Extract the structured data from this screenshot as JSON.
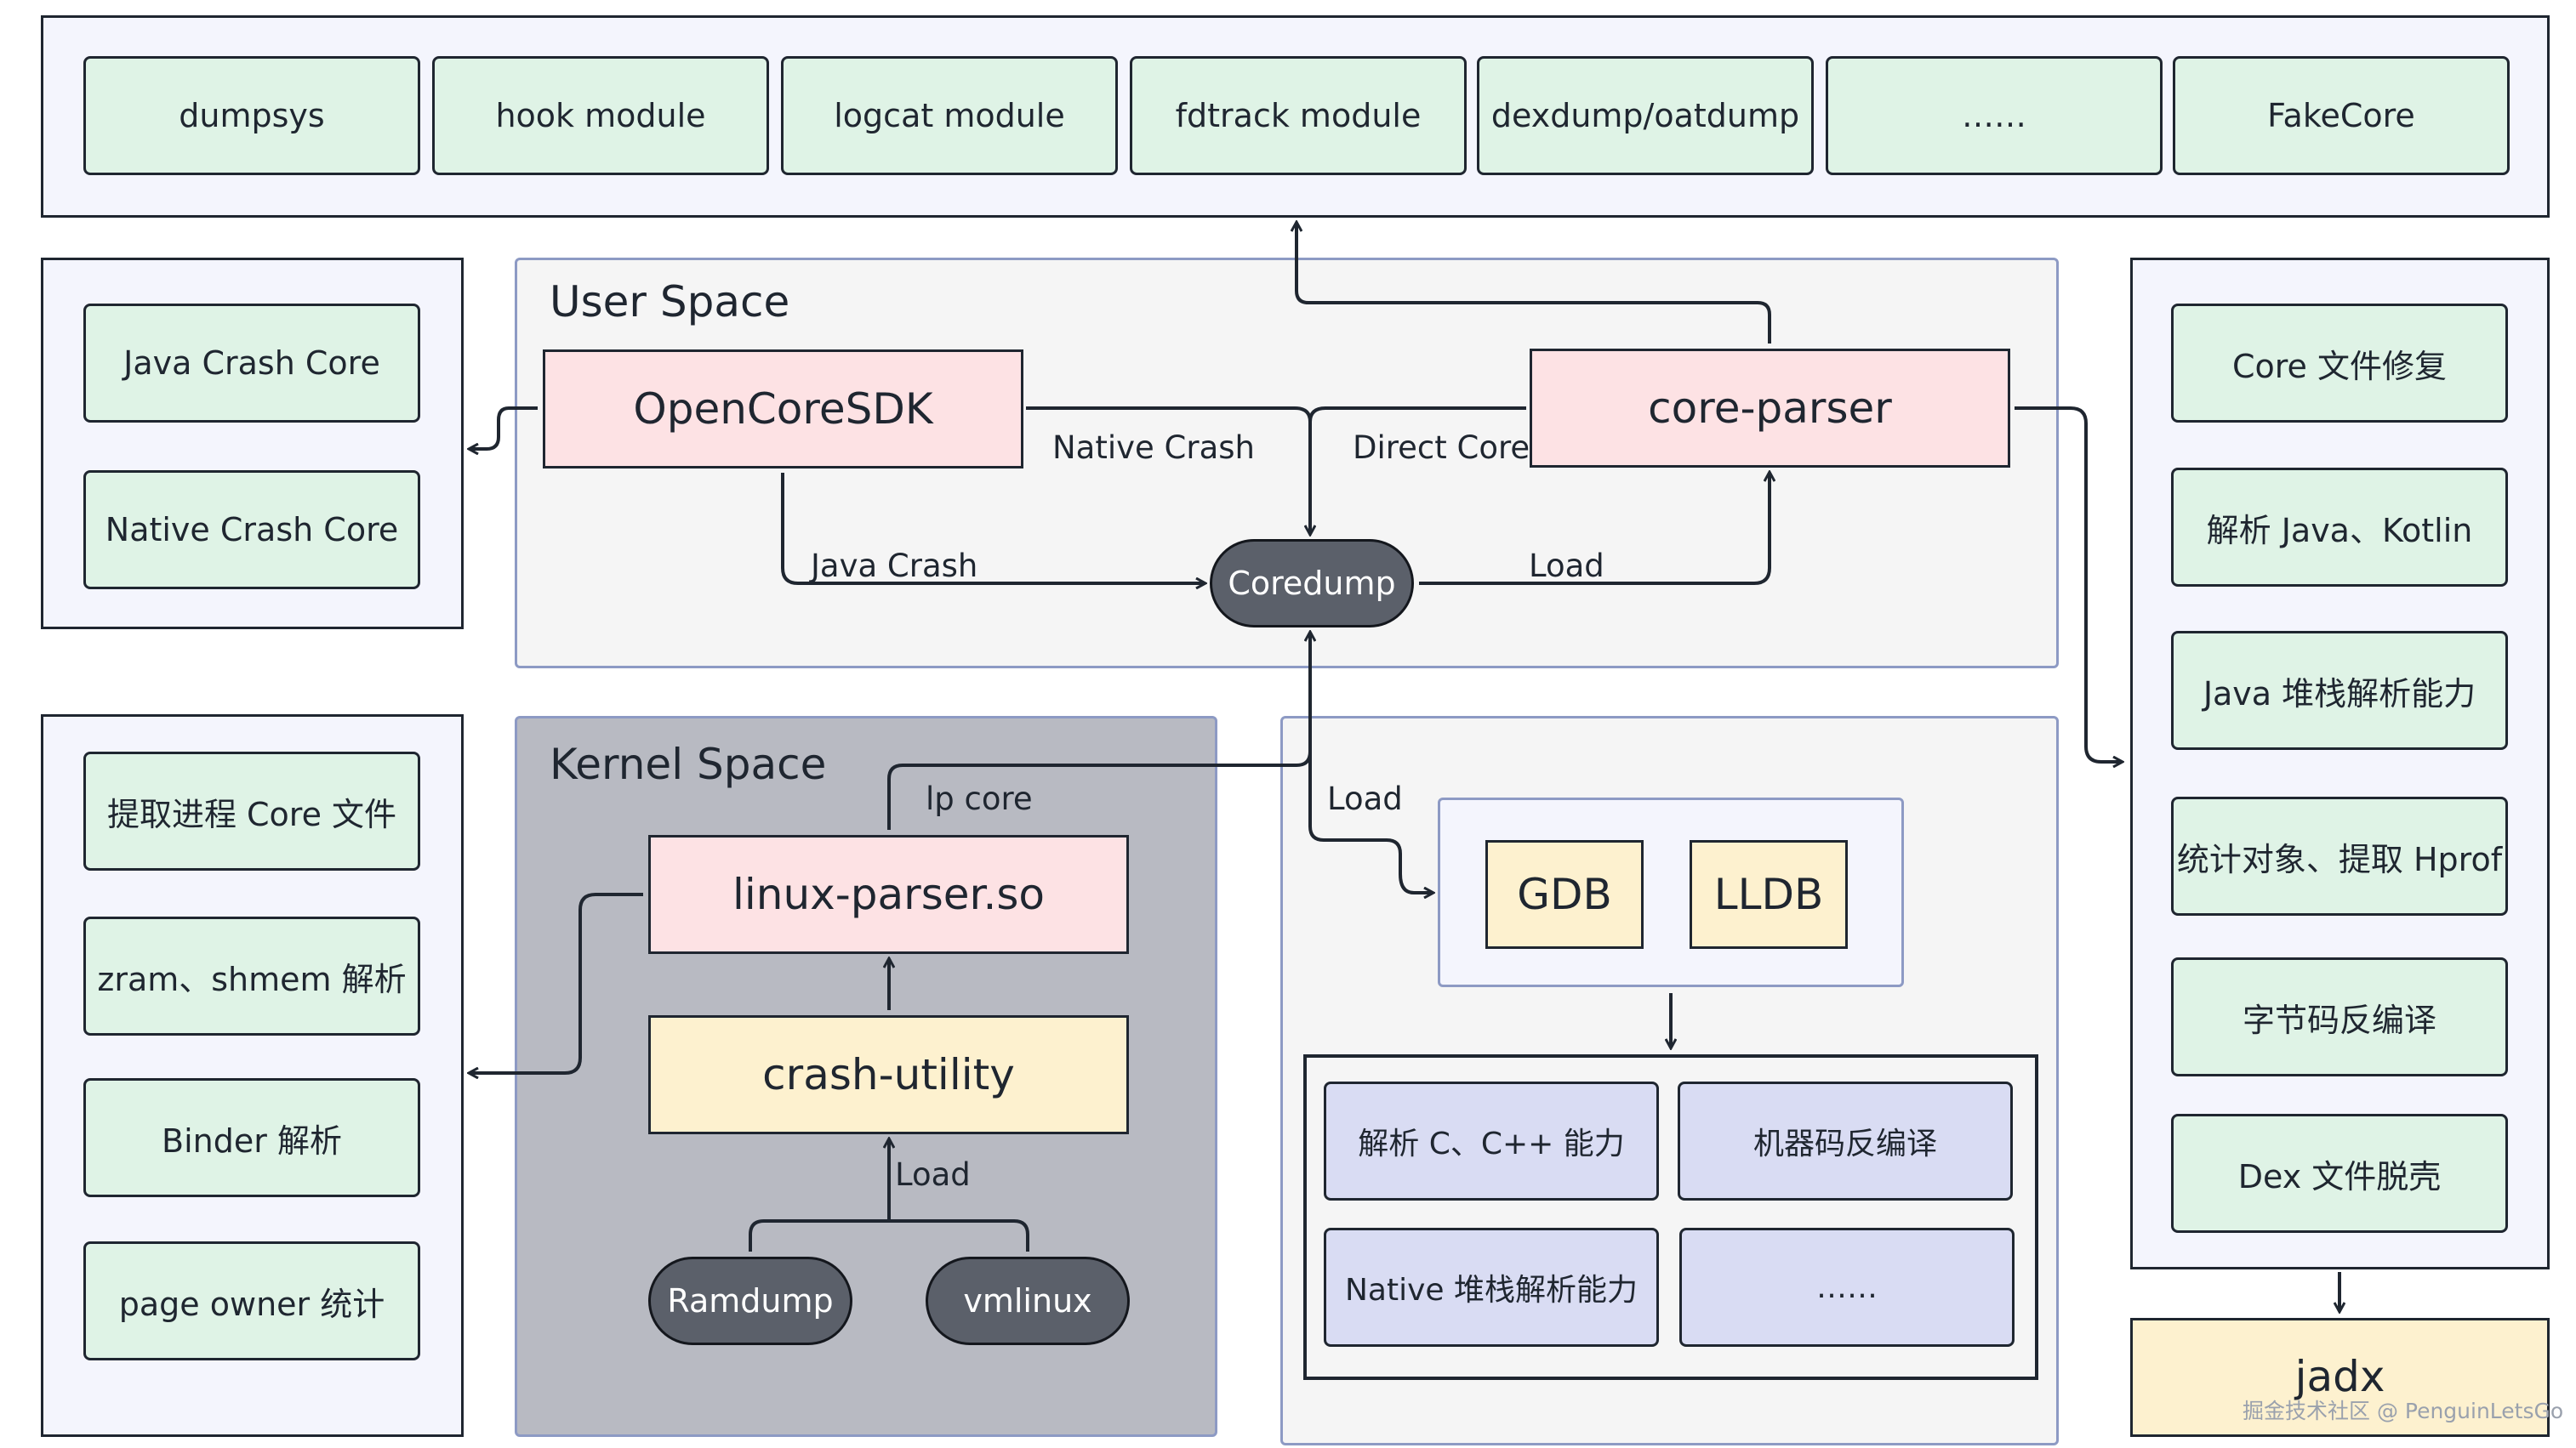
{
  "top_modules": [
    "dumpsys",
    "hook module",
    "logcat module",
    "fdtrack module",
    "dexdump/oatdump",
    "……",
    "FakeCore"
  ],
  "crash_cores": [
    "Java Crash Core",
    "Native Crash Core"
  ],
  "kernel_features": [
    "提取进程 Core 文件",
    "zram、shmem 解析",
    "Binder 解析",
    "page owner 统计"
  ],
  "parser_features": [
    "Core 文件修复",
    "解析 Java、Kotlin",
    "Java 堆栈解析能力",
    "统计对象、提取 Hprof",
    "字节码反编译",
    "Dex 文件脱壳"
  ],
  "user_space": {
    "title": "User Space",
    "sdk": "OpenCoreSDK",
    "parser": "core-parser",
    "coredump": "Coredump",
    "native_crash": "Native Crash",
    "direct_core": "Direct Core",
    "java_crash": "Java Crash",
    "load": "Load"
  },
  "kernel_space": {
    "title": "Kernel Space",
    "linux_parser": "linux-parser.so",
    "crash_utility": "crash-utility",
    "ramdump": "Ramdump",
    "vmlinux": "vmlinux",
    "lp_core": "lp core",
    "load": "Load"
  },
  "debuggers": {
    "load": "Load",
    "gdb": "GDB",
    "lldb": "LLDB",
    "capabilities": [
      "解析 C、C++ 能力",
      "机器码反编译",
      "Native 堆栈解析能力",
      "……"
    ]
  },
  "jadx": "jadx",
  "watermark": "掘金技术社区 @ PenguinLetsGo"
}
